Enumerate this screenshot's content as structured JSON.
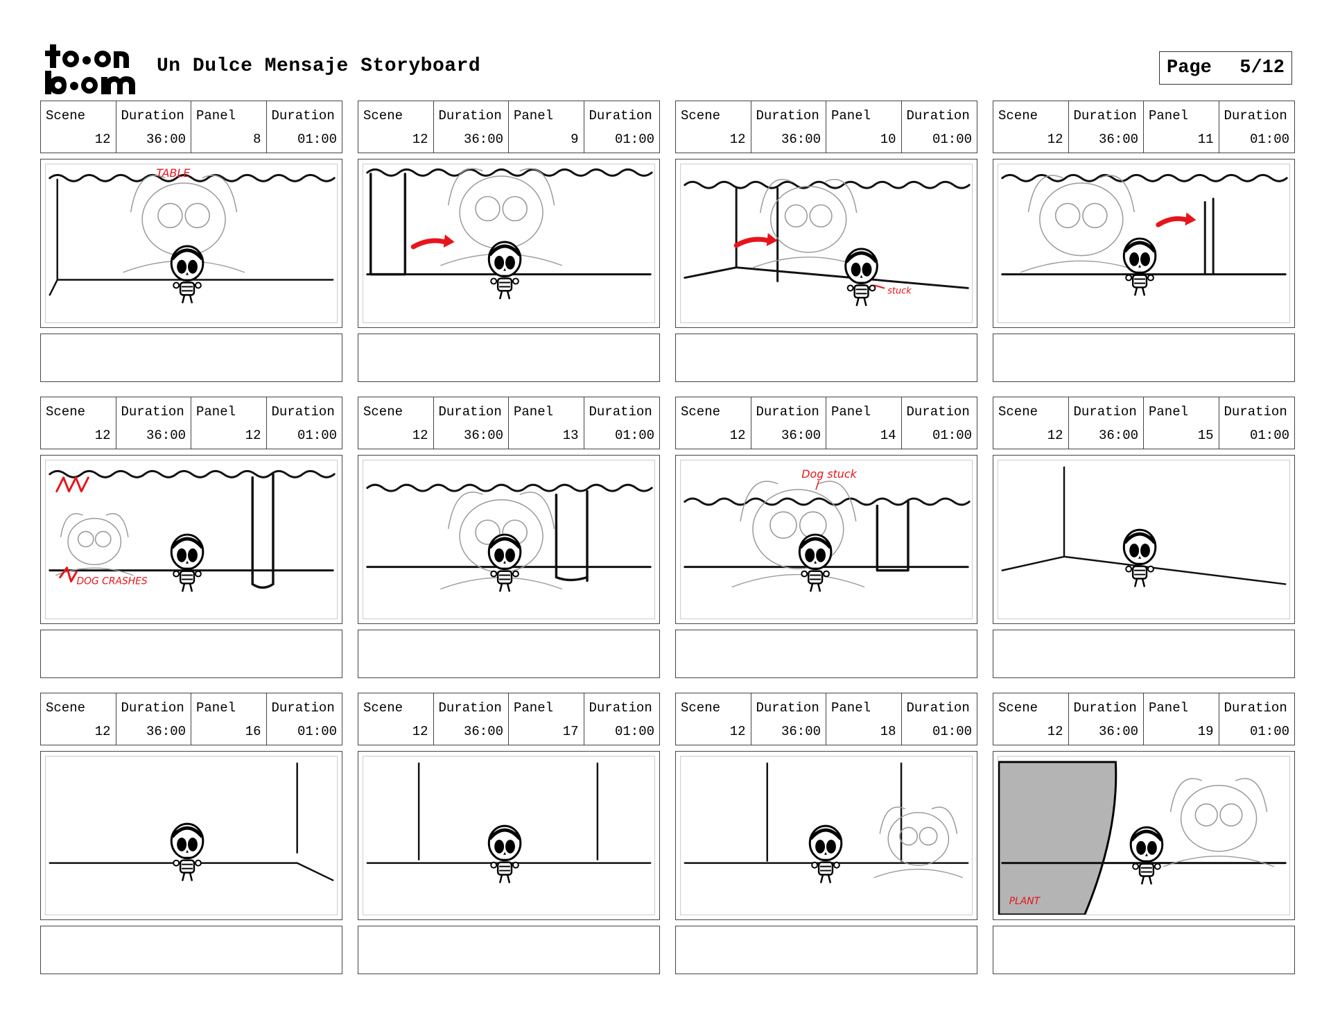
{
  "header": {
    "logo_text": "toonboom",
    "title": "Un Dulce Mensaje Storyboard",
    "page_label": "Page",
    "page_value": "5/12"
  },
  "labels": {
    "scene": "Scene",
    "duration": "Duration",
    "panel": "Panel"
  },
  "colors": {
    "annotation_red": "#e8141c",
    "plant_gray": "#b4b4b4"
  },
  "panels": [
    {
      "scene": "12",
      "scene_duration": "36:00",
      "panel": "8",
      "panel_duration": "01:00",
      "annotations": [
        "TABLE"
      ],
      "notes": ""
    },
    {
      "scene": "12",
      "scene_duration": "36:00",
      "panel": "9",
      "panel_duration": "01:00",
      "annotations": [],
      "notes": ""
    },
    {
      "scene": "12",
      "scene_duration": "36:00",
      "panel": "10",
      "panel_duration": "01:00",
      "annotations": [
        "stuck"
      ],
      "notes": ""
    },
    {
      "scene": "12",
      "scene_duration": "36:00",
      "panel": "11",
      "panel_duration": "01:00",
      "annotations": [],
      "notes": ""
    },
    {
      "scene": "12",
      "scene_duration": "36:00",
      "panel": "12",
      "panel_duration": "01:00",
      "annotations": [
        "DOG CRASHES"
      ],
      "notes": ""
    },
    {
      "scene": "12",
      "scene_duration": "36:00",
      "panel": "13",
      "panel_duration": "01:00",
      "annotations": [],
      "notes": ""
    },
    {
      "scene": "12",
      "scene_duration": "36:00",
      "panel": "14",
      "panel_duration": "01:00",
      "annotations": [
        "Dog stuck"
      ],
      "notes": ""
    },
    {
      "scene": "12",
      "scene_duration": "36:00",
      "panel": "15",
      "panel_duration": "01:00",
      "annotations": [],
      "notes": ""
    },
    {
      "scene": "12",
      "scene_duration": "36:00",
      "panel": "16",
      "panel_duration": "01:00",
      "annotations": [],
      "notes": ""
    },
    {
      "scene": "12",
      "scene_duration": "36:00",
      "panel": "17",
      "panel_duration": "01:00",
      "annotations": [],
      "notes": ""
    },
    {
      "scene": "12",
      "scene_duration": "36:00",
      "panel": "18",
      "panel_duration": "01:00",
      "annotations": [],
      "notes": ""
    },
    {
      "scene": "12",
      "scene_duration": "36:00",
      "panel": "19",
      "panel_duration": "01:00",
      "annotations": [
        "PLANT"
      ],
      "notes": ""
    }
  ]
}
